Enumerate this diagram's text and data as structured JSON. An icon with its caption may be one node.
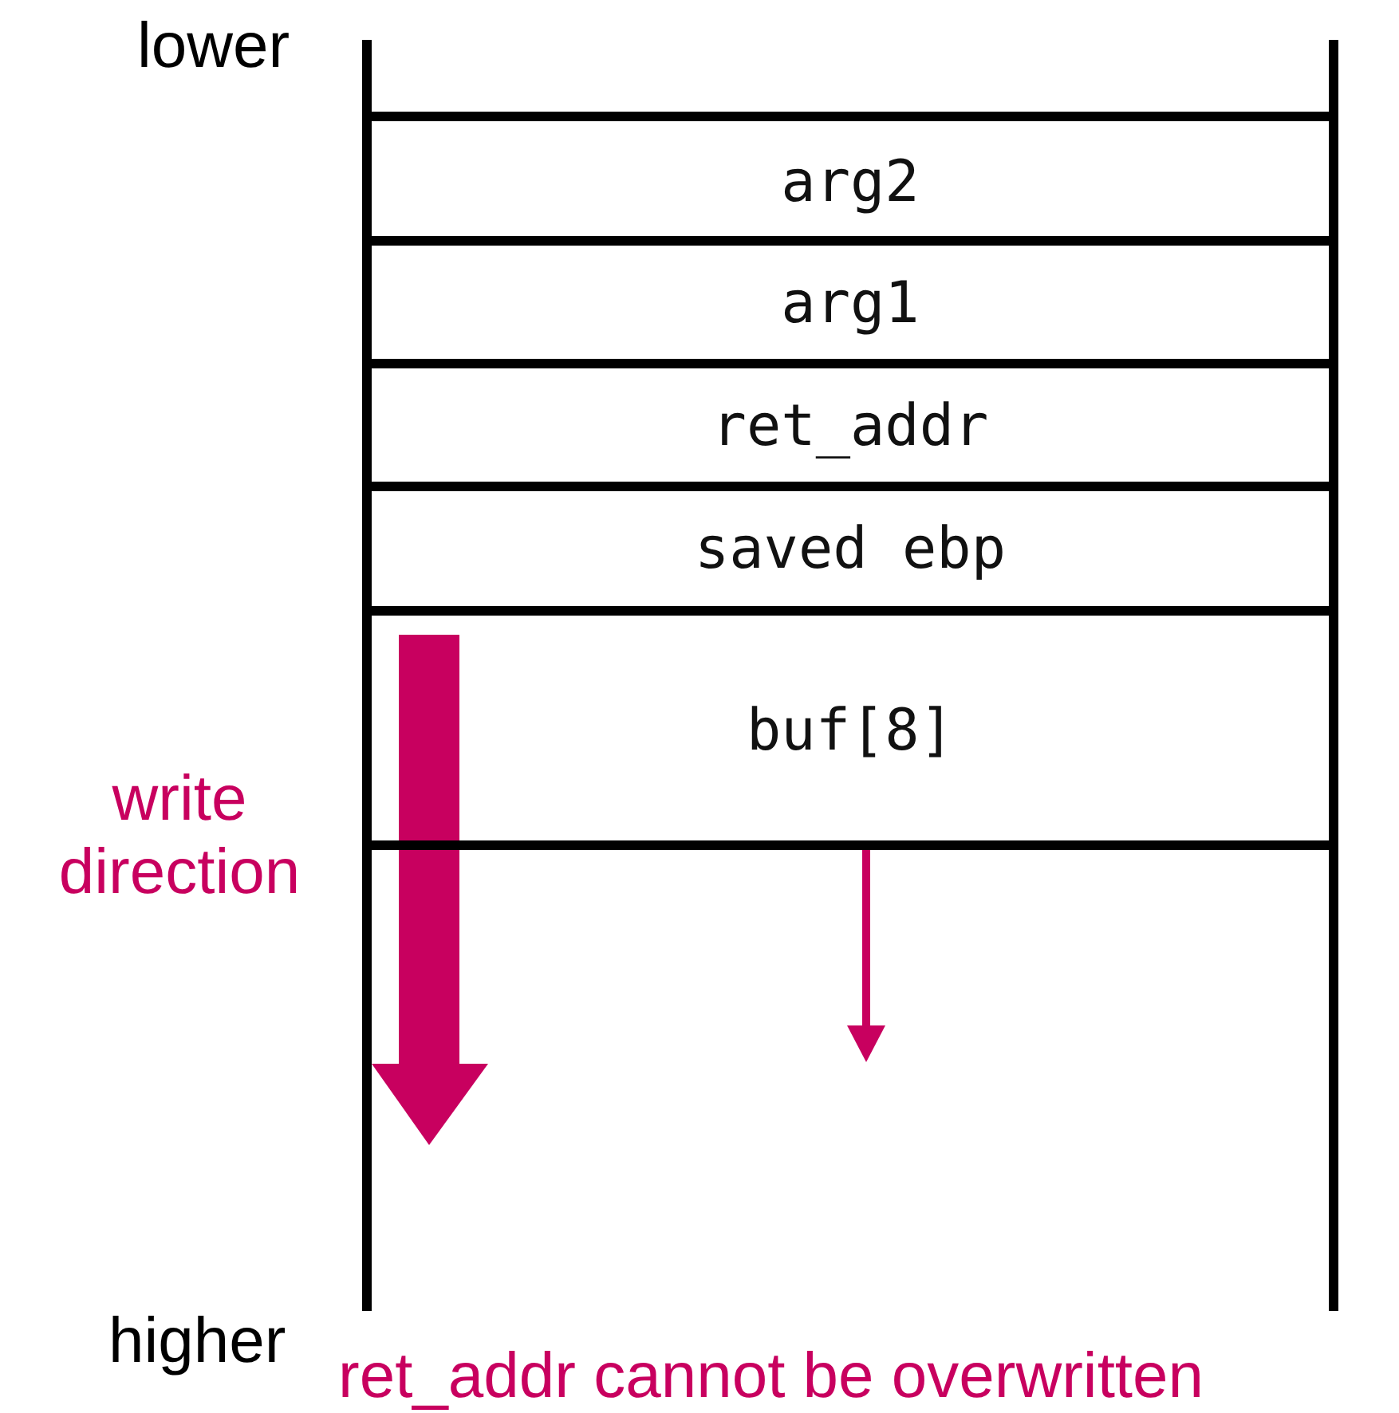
{
  "diagram": {
    "nodes": [
      {
        "text": [
          "arg2"
        ]
      },
      {
        "text": [
          "arg1"
        ]
      },
      {
        "text": [
          "ret_addr"
        ]
      },
      {
        "text": [
          "saved ebp"
        ]
      },
      {
        "text": [
          "buf[8]"
        ]
      }
    ],
    "labels": [
      "lower",
      "write direction",
      "higher",
      "ret_addr cannot be overwritten"
    ]
  }
}
